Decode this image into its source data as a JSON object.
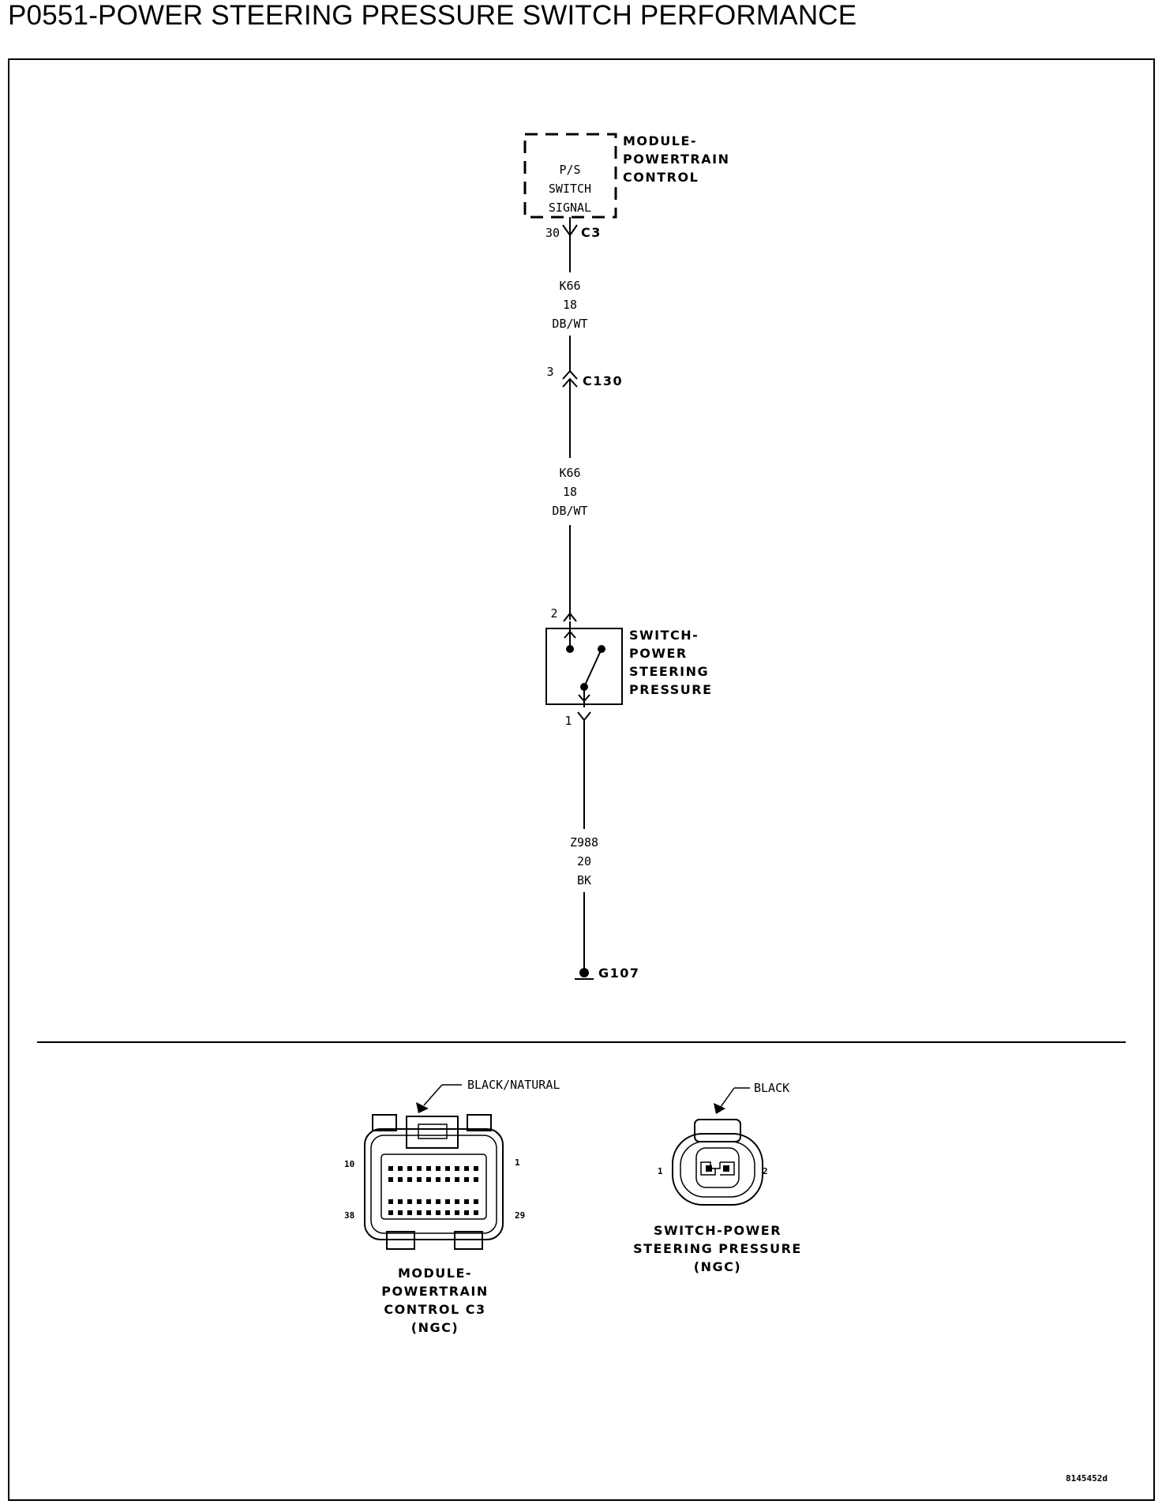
{
  "title": "P0551-POWER STEERING PRESSURE SWITCH PERFORMANCE",
  "module": {
    "name_lines": [
      "MODULE-",
      "POWERTRAIN",
      "CONTROL"
    ],
    "signal_lines": [
      "P/S",
      "SWITCH",
      "SIGNAL"
    ],
    "pin": "30",
    "connector": "C3"
  },
  "wire_upper": {
    "circuit": "K66",
    "gauge": "18",
    "color": "DB/WT"
  },
  "inline_connector": {
    "pin": "3",
    "name": "C130"
  },
  "wire_middle": {
    "circuit": "K66",
    "gauge": "18",
    "color": "DB/WT"
  },
  "switch": {
    "pin_top": "2",
    "pin_bottom": "1",
    "name_lines": [
      "SWITCH-",
      "POWER",
      "STEERING",
      "PRESSURE"
    ]
  },
  "wire_lower": {
    "circuit": "Z988",
    "gauge": "20",
    "color": "BK"
  },
  "ground": {
    "name": "G107"
  },
  "connector_views": {
    "pcm": {
      "color_label": "BLACK/NATURAL",
      "pins": {
        "top_left": "10",
        "top_right": "1",
        "bottom_left": "38",
        "bottom_right": "29"
      },
      "name_lines": [
        "MODULE-",
        "POWERTRAIN",
        "CONTROL C3",
        "(NGC)"
      ]
    },
    "switch": {
      "color_label": "BLACK",
      "pins": {
        "left": "1",
        "right": "2"
      },
      "name_lines": [
        "SWITCH-POWER",
        "STEERING PRESSURE",
        "(NGC)"
      ]
    }
  },
  "figure_id": "8145452d"
}
